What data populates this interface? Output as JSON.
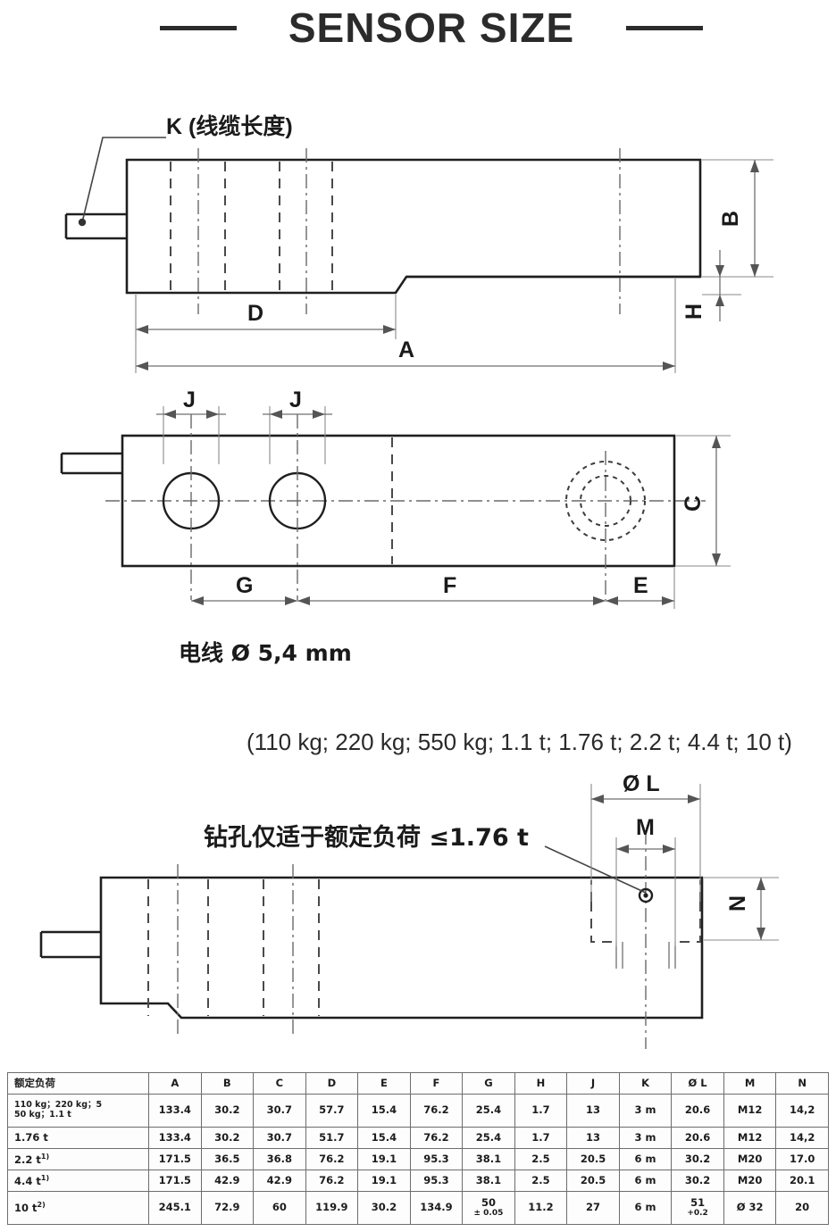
{
  "header": {
    "title": "SENSOR SIZE"
  },
  "drawings": {
    "side_view": {
      "labels": {
        "cable_note": "K (线缆长度)",
        "dim_D": "D",
        "dim_A": "A",
        "dim_B": "B",
        "dim_H": "H"
      }
    },
    "plan_view": {
      "labels": {
        "dim_J1": "J",
        "dim_J2": "J",
        "dim_G": "G",
        "dim_F": "F",
        "dim_E": "E",
        "dim_C": "C"
      },
      "caption": "电线 Ø 5,4 mm"
    },
    "capacity_line": "(110 kg; 220 kg; 550 kg; 1.1 t; 1.76 t; 2.2 t; 4.4 t; 10 t)",
    "bottom_view": {
      "note": "钻孔仅适于额定负荷 ≤1.76 t",
      "labels": {
        "dim_L": "Ø L",
        "dim_M": "M",
        "dim_N": "N"
      }
    }
  },
  "table": {
    "headers": [
      "额定负荷",
      "A",
      "B",
      "C",
      "D",
      "E",
      "F",
      "G",
      "H",
      "J",
      "K",
      "Ø L",
      "M",
      "N"
    ],
    "rows": [
      {
        "load": "110 kg；220 kg；5\n50 kg；1.1 t",
        "load_line1": "110 kg；220 kg；5",
        "load_line2": "50 kg；1.1 t",
        "values": [
          "133.4",
          "30.2",
          "30.7",
          "57.7",
          "15.4",
          "76.2",
          "25.4",
          "1.7",
          "13",
          "3 m",
          "20.6",
          "M12",
          "14,2"
        ]
      },
      {
        "load": "1.76 t",
        "values": [
          "133.4",
          "30.2",
          "30.7",
          "51.7",
          "15.4",
          "76.2",
          "25.4",
          "1.7",
          "13",
          "3 m",
          "20.6",
          "M12",
          "14,2"
        ]
      },
      {
        "load": "2.2 t",
        "load_sup": "1)",
        "values": [
          "171.5",
          "36.5",
          "36.8",
          "76.2",
          "19.1",
          "95.3",
          "38.1",
          "2.5",
          "20.5",
          "6 m",
          "30.2",
          "M20",
          "17.0"
        ]
      },
      {
        "load": "4.4 t",
        "load_sup": "1)",
        "values": [
          "171.5",
          "42.9",
          "42.9",
          "76.2",
          "19.1",
          "95.3",
          "38.1",
          "2.5",
          "20.5",
          "6 m",
          "30.2",
          "M20",
          "20.1"
        ]
      },
      {
        "load": "10 t",
        "load_sup": "2)",
        "values": [
          "245.1",
          "72.9",
          "60",
          "119.9",
          "30.2",
          "134.9",
          "50",
          "11.2",
          "27",
          "6 m",
          "51",
          "Ø 32",
          "20"
        ],
        "g_tol": "± 0.05",
        "l_tol": "+0.2"
      }
    ]
  },
  "colors": {
    "line": "#1f1f1f",
    "dim": "#6f6f6f",
    "text": "#1a1a1a",
    "title": "#2b2b2b"
  }
}
